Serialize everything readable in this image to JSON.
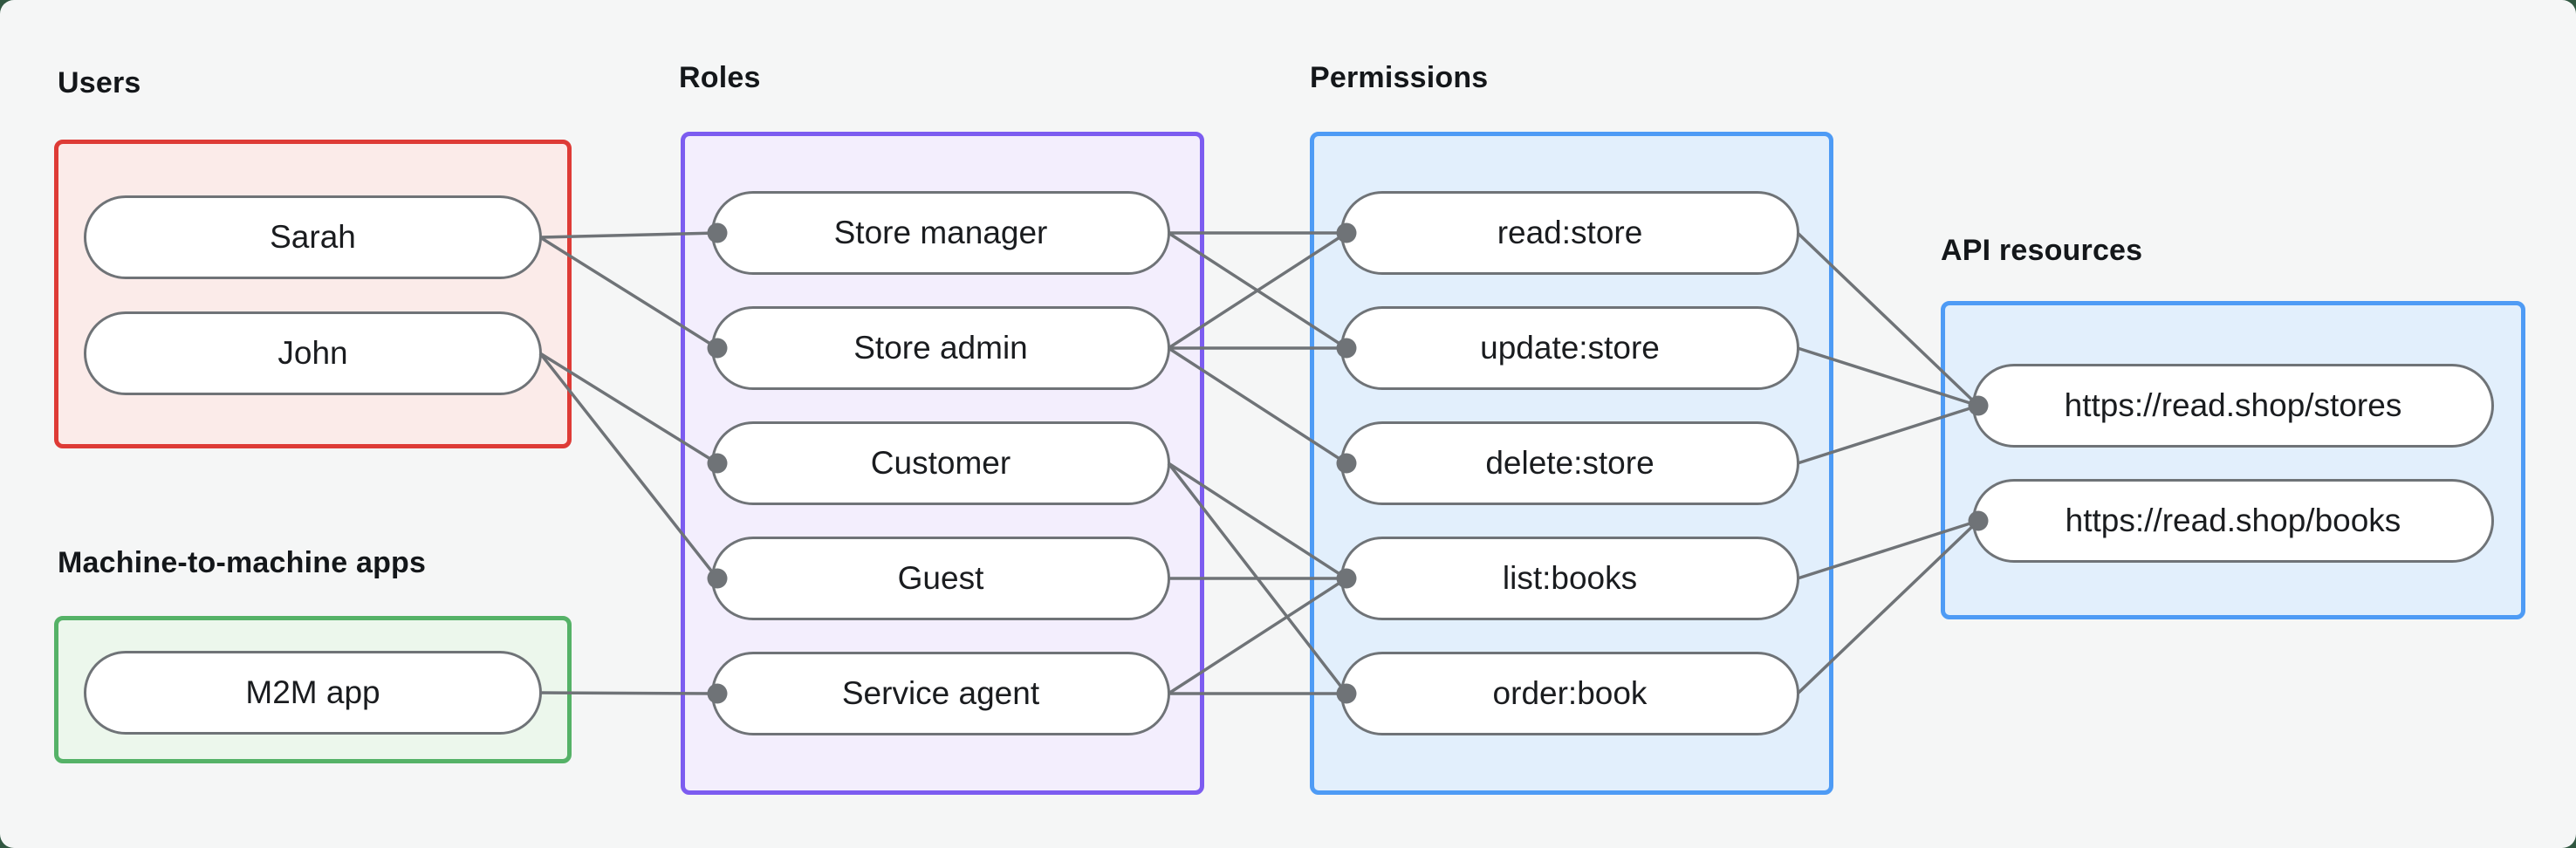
{
  "page": {
    "canvas_background": "#F5F6F6",
    "backdrop_color": "#315741",
    "wire_color": "#6F7377"
  },
  "diagram": {
    "groups": [
      {
        "id": "users",
        "label": "Users",
        "border": "#DE3B36",
        "fill": "#FBEBE9"
      },
      {
        "id": "m2m",
        "label": "Machine-to-machine apps",
        "border": "#55B267",
        "fill": "#ECF7EC"
      },
      {
        "id": "roles",
        "label": "Roles",
        "border": "#7C5CF0",
        "fill": "#F3EEFD"
      },
      {
        "id": "permissions",
        "label": "Permissions",
        "border": "#4E9BF5",
        "fill": "#E2EFFC"
      },
      {
        "id": "api",
        "label": "API resources",
        "border": "#4E9BF5",
        "fill": "#E2EFFC"
      }
    ],
    "nodes": [
      {
        "id": "sarah",
        "group": "users",
        "label": "Sarah"
      },
      {
        "id": "john",
        "group": "users",
        "label": "John"
      },
      {
        "id": "m2m-app",
        "group": "m2m",
        "label": "M2M app"
      },
      {
        "id": "store-manager",
        "group": "roles",
        "label": "Store manager"
      },
      {
        "id": "store-admin",
        "group": "roles",
        "label": "Store admin"
      },
      {
        "id": "customer",
        "group": "roles",
        "label": "Customer"
      },
      {
        "id": "guest",
        "group": "roles",
        "label": "Guest"
      },
      {
        "id": "service-agent",
        "group": "roles",
        "label": "Service agent"
      },
      {
        "id": "read-store",
        "group": "permissions",
        "label": "read:store"
      },
      {
        "id": "update-store",
        "group": "permissions",
        "label": "update:store"
      },
      {
        "id": "delete-store",
        "group": "permissions",
        "label": "delete:store"
      },
      {
        "id": "list-books",
        "group": "permissions",
        "label": "list:books"
      },
      {
        "id": "order-book",
        "group": "permissions",
        "label": "order:book"
      },
      {
        "id": "stores",
        "group": "api",
        "label": "https://read.shop/stores"
      },
      {
        "id": "books",
        "group": "api",
        "label": "https://read.shop/books"
      }
    ],
    "edges": [
      [
        "sarah",
        "store-manager"
      ],
      [
        "sarah",
        "store-admin"
      ],
      [
        "john",
        "customer"
      ],
      [
        "john",
        "guest"
      ],
      [
        "m2m-app",
        "service-agent"
      ],
      [
        "store-manager",
        "read-store"
      ],
      [
        "store-manager",
        "update-store"
      ],
      [
        "store-admin",
        "read-store"
      ],
      [
        "store-admin",
        "update-store"
      ],
      [
        "store-admin",
        "delete-store"
      ],
      [
        "customer",
        "list-books"
      ],
      [
        "customer",
        "order-book"
      ],
      [
        "guest",
        "list-books"
      ],
      [
        "service-agent",
        "list-books"
      ],
      [
        "service-agent",
        "order-book"
      ],
      [
        "read-store",
        "stores"
      ],
      [
        "update-store",
        "stores"
      ],
      [
        "delete-store",
        "stores"
      ],
      [
        "list-books",
        "books"
      ],
      [
        "order-book",
        "books"
      ]
    ]
  }
}
